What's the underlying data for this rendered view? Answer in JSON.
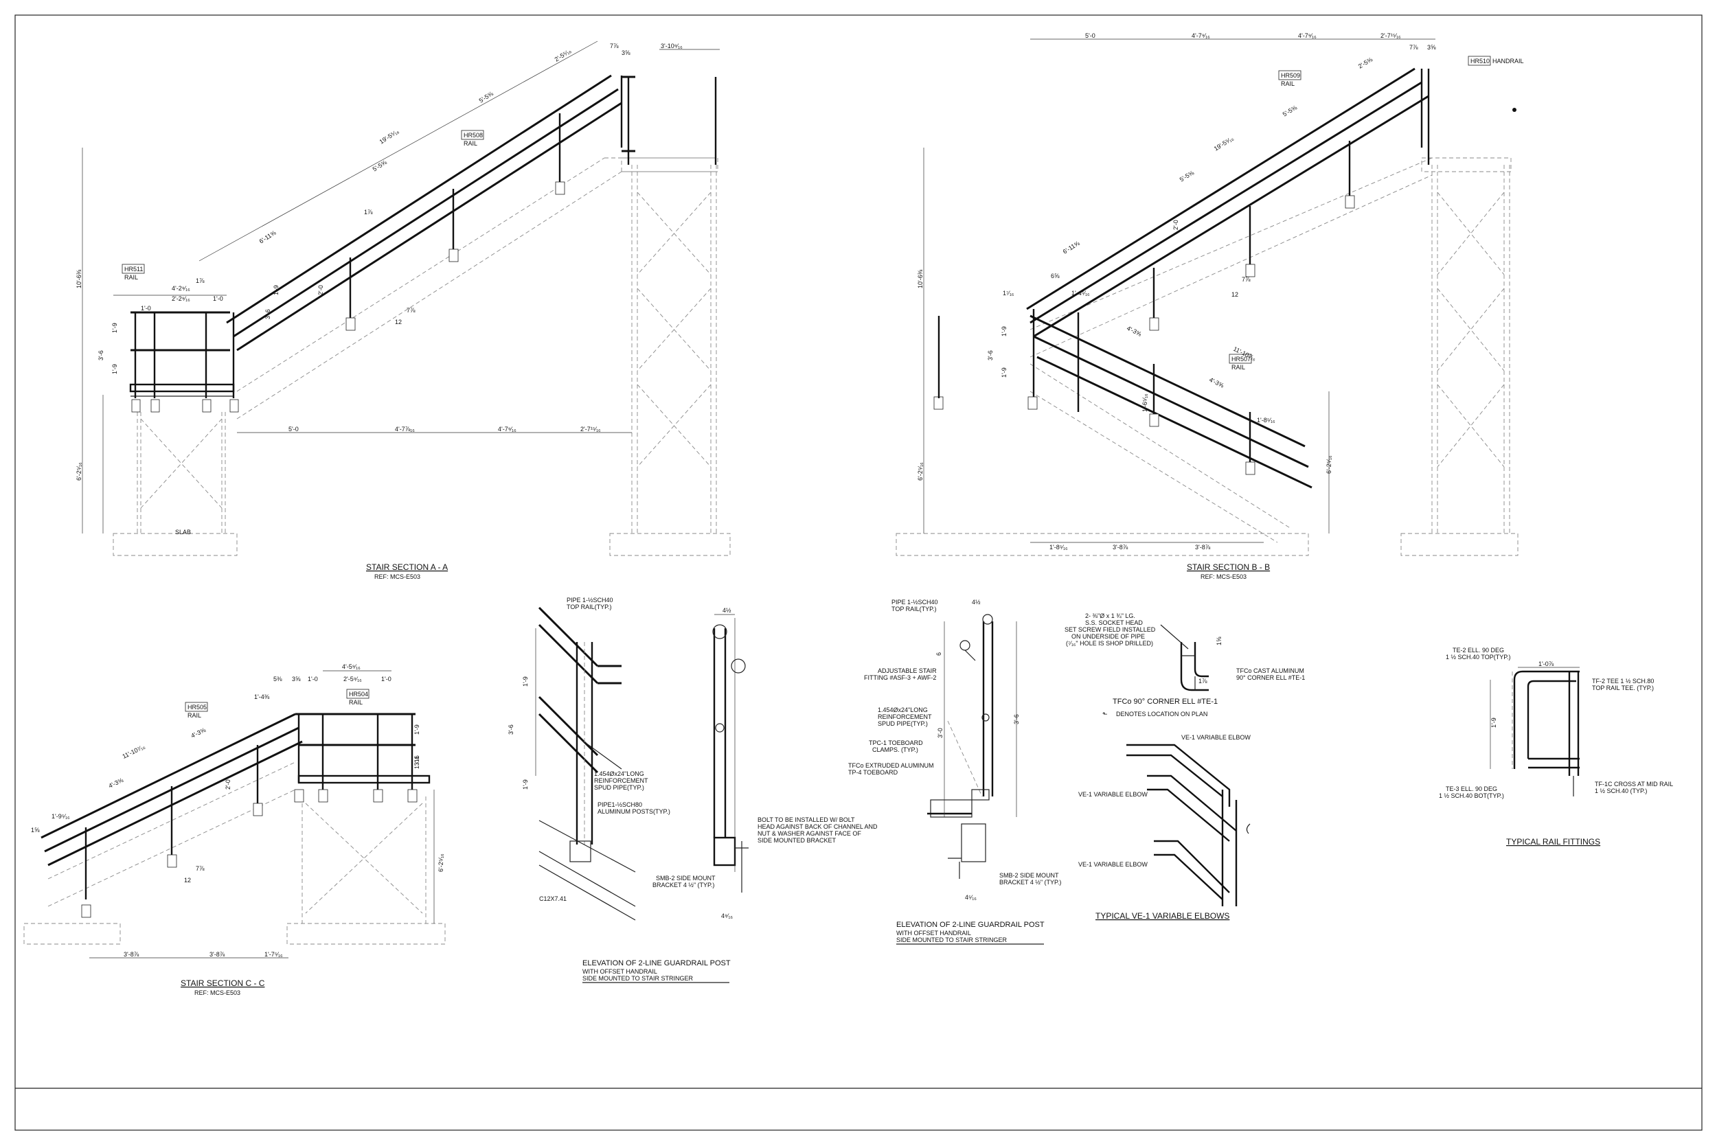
{
  "sections": {
    "aa": {
      "title": "STAIR SECTION  A - A",
      "ref": "REF:  MCS-E503",
      "rail_tag_1": "HR511",
      "rail_tag_2": "HR508",
      "rail_word": "RAIL",
      "slab": "SLAB",
      "dims": {
        "top_run": "19'-5⁵⁄₁₆",
        "seg_a": "5'-5⅝",
        "seg_b": "5'-5⅝",
        "seg_c": "2'-5⁵⁄₁₆",
        "seg_d": "6'-11⅝",
        "landing_1": "4'-2⁹⁄₁₆",
        "landing_2": "2'-2⁹⁄₁₆",
        "one_ft_a": "1'-0",
        "one_ft_b": "1'-0",
        "top_right": "3'-10⁹⁄₁₆",
        "small_1": "7⅞",
        "small_2": "3⅝",
        "small_3": "1⅞",
        "small_4": "1⅞",
        "height_total": "10'-6⅜",
        "height_lower": "6'-2⁵⁄₁₆",
        "rail_h": "3'-6",
        "rail_s1": "1'-9",
        "rail_s2": "1'-9",
        "rail_s3": "3'-6",
        "rail_s4": "1'-9",
        "rail_s5": "2'-0",
        "bottom_1": "5'-0",
        "bottom_2": "4'-7⅞₁₆",
        "bottom_3": "4'-7⁹⁄₁₆",
        "bottom_4": "2'-7¹⁵⁄₁₆",
        "slope_rise": "7⅞",
        "slope_run": "12"
      }
    },
    "bb": {
      "title": "STAIR SECTION  B - B",
      "ref": "REF:  MCS-E503",
      "rail_tag_1": "HR509",
      "rail_tag_2": "HR507",
      "rail_tag_3": "HR510",
      "rail_word": "RAIL",
      "handrail_word": "HANDRAIL",
      "dims": {
        "top_1": "5'-0",
        "top_2": "4'-7⁹⁄₁₆",
        "top_3": "4'-7⁹⁄₁₆",
        "top_4": "2'-7¹⁵⁄₁₆",
        "small_1": "7⅞",
        "small_2": "3⅝",
        "upper_run": "19'-5⁵⁄₁₆",
        "seg_a": "2'-5⅝",
        "seg_b": "5'-5⅝",
        "seg_c": "5'-5⅝",
        "seg_d": "6'-11⅝",
        "small_3": "1⁷⁄₁₆",
        "small_4": "6⅝",
        "lower_run": "11'-10⁷⁄₁₆",
        "lower_a": "4'-3⅝",
        "lower_b": "4'-3⅝",
        "lower_c": "1'-4⁵⁄₁₆",
        "lower_d": "1'-8⁵⁄₁₆",
        "lower_e": "1'-6⁵⁄₁₆",
        "height_total": "10'-6⅜",
        "height_lower": "6'-2⁵⁄₁₆",
        "height_right": "6'-2⁵⁄₁₆",
        "rail_h": "3'-6",
        "rail_s1": "1'-9",
        "rail_s2": "1'-9",
        "rail_s3": "2'-0",
        "bottom_1": "1'-8⁵⁄₁₆",
        "bottom_2": "3'-8⅞",
        "bottom_3": "3'-8⅞",
        "slope_rise": "7⅞",
        "slope_run": "12"
      }
    },
    "cc": {
      "title": "STAIR SECTION  C - C",
      "ref": "REF:  MCS-E503",
      "rail_tag_1": "HR505",
      "rail_tag_2": "HR504",
      "rail_word": "RAIL",
      "dims": {
        "top_1": "4'-5⁹⁄₁₆",
        "top_2": "5⅜",
        "top_3": "3⅝",
        "top_4": "1'-0",
        "top_5": "2'-5⁹⁄₁₆",
        "top_6": "1'-0",
        "run": "11'-10⁷⁄₁₆",
        "seg_a": "4'-3⅝",
        "seg_b": "4'-3⅝",
        "small_1": "1'-4⅜",
        "small_2": "1'-9⁵⁄₁₆",
        "small_3": "1⅝",
        "rail_h": "3'-6",
        "rail_s1": "1'-9",
        "rail_s2": "1'-11",
        "rail_s3": "2'-0",
        "height": "6'-2⁵⁄₁₆",
        "bottom_1": "3'-8⅞",
        "bottom_2": "3'-8⅞",
        "bottom_3": "1'-7⁵⁄₁₆",
        "slope_rise": "7⅞",
        "slope_run": "12"
      }
    }
  },
  "elev_offset": {
    "title": "ELEVATION OF 2-LINE GUARDRAIL POST",
    "sub1": "WITH OFFSET HANDRAIL",
    "sub2": "SIDE MOUNTED TO STAIR STRINGER",
    "callouts": {
      "pipe": "PIPE 1-½SCH40",
      "pipe2": "TOP RAIL(TYP.)",
      "spud1": "1.454Øx24\"LONG",
      "spud2": "REINFORCEMENT",
      "spud3": "SPUD PIPE(TYP.)",
      "post1": "PIPE1-½SCH80",
      "post2": "ALUMINUM POSTS(TYP.)",
      "channel": "C12X7.41",
      "bolt1": "BOLT TO BE INSTALLED W/ BOLT",
      "bolt2": "HEAD AGAINST BACK OF CHANNEL AND",
      "bolt3": "NUT & WASHER AGAINST FACE OF",
      "bolt4": "SIDE MOUNTED BRACKET",
      "smb1": "SMB-2 SIDE MOUNT",
      "smb2": "BRACKET 4 ½\" (TYP.)",
      "dim_h": "3'-6",
      "dim_a": "1'-9",
      "dim_b": "1'-9",
      "dim_top": "4½",
      "dim_bot": "4⁹⁄₁₆"
    }
  },
  "elev_toeboard": {
    "title": "ELEVATION OF 2-LINE GUARDRAIL POST",
    "sub1": "WITH OFFSET HANDRAIL",
    "sub2": "SIDE MOUNTED TO STAIR STRINGER",
    "callouts": {
      "pipe": "PIPE 1-½SCH40",
      "pipe2": "TOP RAIL(TYP.)",
      "fit1": "ADJUSTABLE STAIR",
      "fit2": "FITTING #ASF-3 + AWF-2",
      "spud1": "1.454Øx24\"LONG",
      "spud2": "REINFORCEMENT",
      "spud3": "SPUD PIPE(TYP.)",
      "tpc1": "TPC-1 TOEBOARD",
      "tpc2": "CLAMPS. (TYP.)",
      "tf1": "TFCo EXTRUDED ALUMINUM",
      "tf2": "TP-4 TOEBOARD",
      "smb1": "SMB-2 SIDE MOUNT",
      "smb2": "BRACKET 4 ½\" (TYP.)",
      "dim_top": "4½",
      "dim_6": "6",
      "dim_h": "3'-6",
      "dim_30": "3'-0",
      "dim_bot": "4⁵⁄₁₆"
    }
  },
  "corner_ell": {
    "title": "TFCo 90° CORNER ELL #TE-1",
    "legend": "DENOTES LOCATION ON PLAN",
    "n1": "2- ⅜\"Ø x 1 ¾\" LG.",
    "n2": "S.S. SOCKET HEAD",
    "n3": "SET SCREW FIELD INSTALLED",
    "n4": "ON UNDERSIDE OF PIPE",
    "n5": "(⁷⁄₁₆\" HOLE IS SHOP DRILLED)",
    "c1": "TFCo CAST ALUMINUM",
    "c2": "90° CORNER ELL #TE-1",
    "d1": "1⅝",
    "d2": "1⅞"
  },
  "elbows": {
    "title": "TYPICAL VE-1 VARIABLE ELBOWS",
    "e1": "VE-1 VARIABLE ELBOW",
    "e2": "VE-1 VARIABLE ELBOW",
    "e3": "VE-1 VARIABLE ELBOW"
  },
  "fittings": {
    "title": "TYPICAL RAIL FITTINGS",
    "te2a": "TE-2 ELL. 90 DEG",
    "te2b": "1 ½ SCH.40 TOP(TYP.)",
    "tf2a": "TF-2 TEE 1 ½ SCH.80",
    "tf2b": "TOP RAIL TEE. (TYP.)",
    "te3a": "TE-3 ELL. 90 DEG",
    "te3b": "1 ½ SCH.40 BOT(TYP.)",
    "tf1a": "TF-1C CROSS AT MID RAIL",
    "tf1b": "1 ½ SCH.40 (TYP.)",
    "d_w": "1'-0⅞",
    "d_h": "1'-9"
  }
}
